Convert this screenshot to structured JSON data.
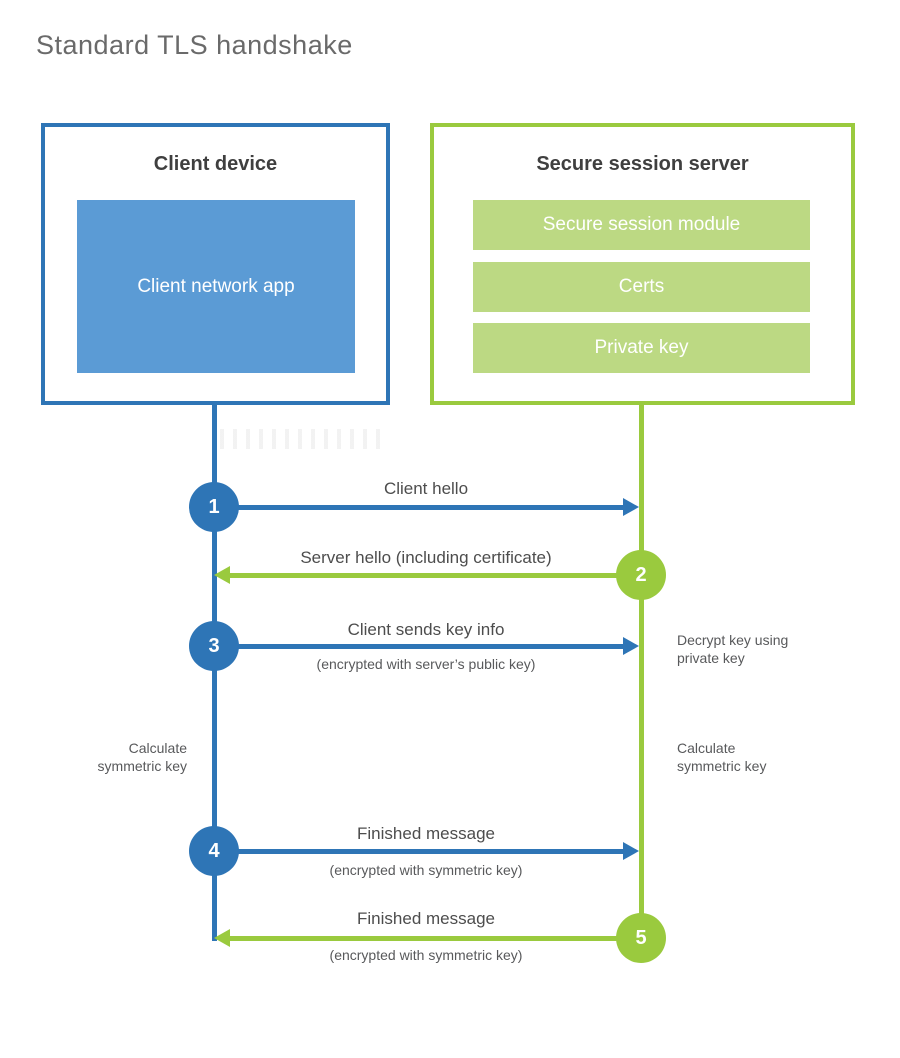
{
  "title": "Standard TLS handshake",
  "colors": {
    "blue": "#2e75b6",
    "blue_fill": "#5b9bd5",
    "green": "#9aca3e",
    "green_fill": "#bcd983"
  },
  "client": {
    "heading": "Client device",
    "app_label": "Client network app"
  },
  "server": {
    "heading": "Secure session server",
    "modules": [
      "Secure session module",
      "Certs",
      "Private key"
    ]
  },
  "messages": [
    {
      "num": "1",
      "label": "Client hello",
      "sublabel": "",
      "from": "client",
      "color": "blue"
    },
    {
      "num": "2",
      "label": "Server hello (including certificate)",
      "sublabel": "",
      "from": "server",
      "color": "green"
    },
    {
      "num": "3",
      "label": "Client sends key info",
      "sublabel": "(encrypted with server’s public key)",
      "from": "client",
      "color": "blue"
    },
    {
      "num": "4",
      "label": "Finished message",
      "sublabel": "(encrypted with symmetric key)",
      "from": "client",
      "color": "blue"
    },
    {
      "num": "5",
      "label": "Finished message",
      "sublabel": "(encrypted with symmetric key)",
      "from": "server",
      "color": "green"
    }
  ],
  "annotations": {
    "decrypt": {
      "line1": "Decrypt key using",
      "line2": "private key"
    },
    "calc_left": {
      "line1": "Calculate",
      "line2": "symmetric key"
    },
    "calc_right": {
      "line1": "Calculate",
      "line2": "symmetric key"
    }
  }
}
